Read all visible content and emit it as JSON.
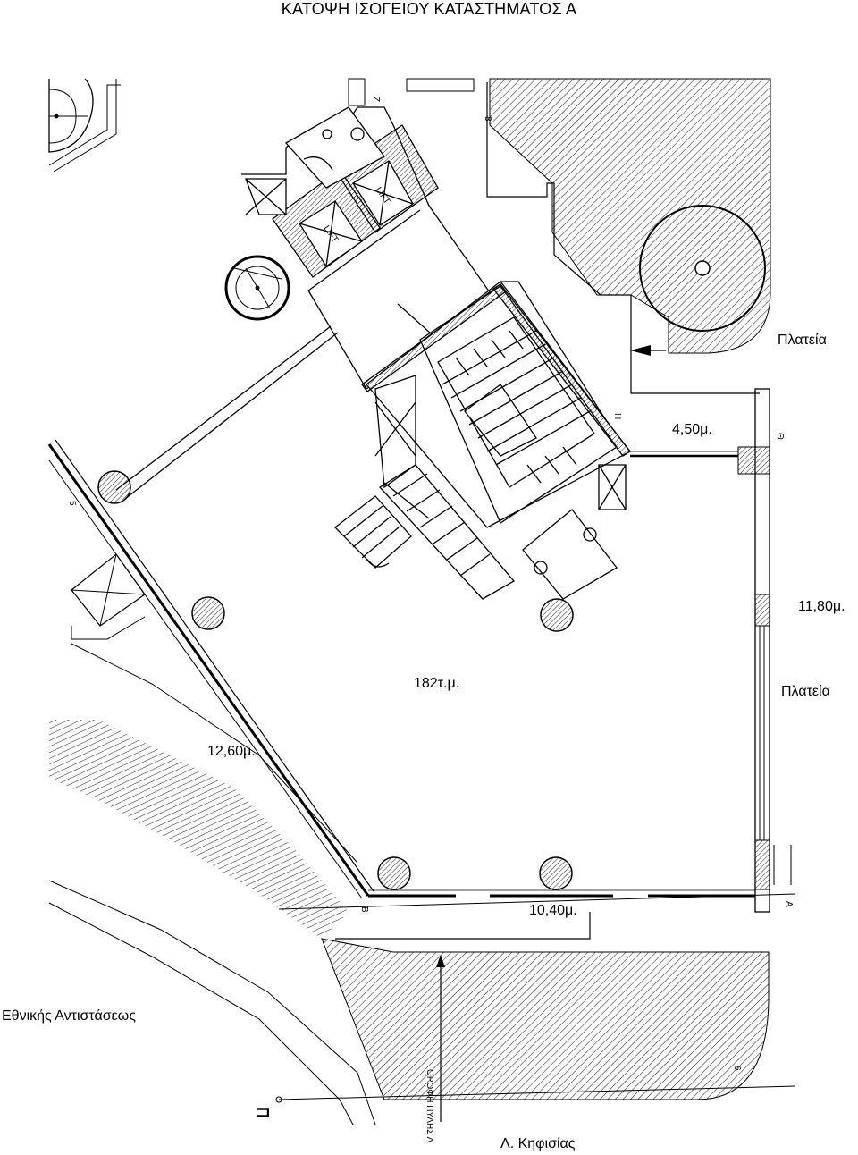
{
  "title": "ΚΑΤΟΨΗ ΙΣΟΓΕΙΟΥ ΚΑΤΑΣΤΗΜΑΤΟΣ Α",
  "labels": {
    "square_top": "Πλατεία",
    "dim_450": "4,50μ.",
    "dim_1180": "11,80μ.",
    "area": "182τ.μ.",
    "square_right": "Πλατεία",
    "dim_1260": "12,60μ.",
    "dim_1040": "10,40μ.",
    "street_left": "Εθνικής Αντιστάσεως",
    "street_bottom": "Λ. Κηφισίας"
  },
  "plan_marks": {
    "grid_z": "Ζ",
    "grid_8": "8",
    "grid_h": "Η",
    "grid_theta": "Θ",
    "grid_5": "5",
    "grid_b": "Β",
    "grid_a": "Α",
    "grid_6": "6",
    "lift1": "LIFT",
    "lift2": "LIFT",
    "road_line": "ΟΡΟΦΗ ΠΥΛΗΣ Λ",
    "section": "Π"
  },
  "colors": {
    "line": "#000000",
    "hatch": "#222222",
    "background": "#ffffff"
  }
}
